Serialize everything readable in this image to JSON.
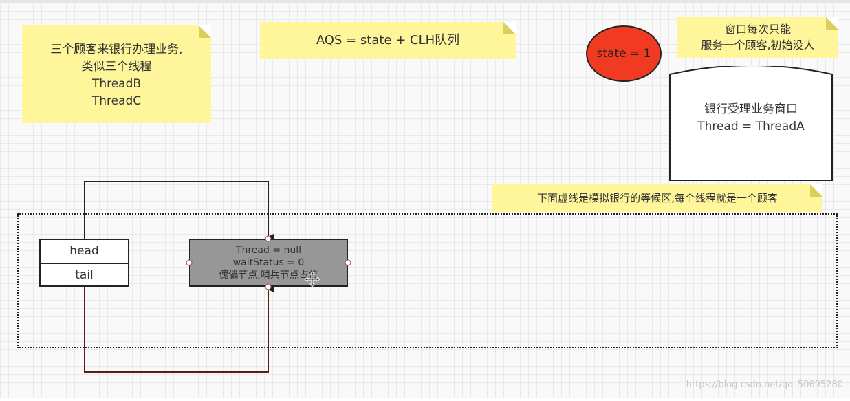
{
  "notes": {
    "customers": {
      "line1": "三个顾客来银行办理业务,",
      "line2": "类似三个线程",
      "line3": "ThreadB",
      "line4": "ThreadC"
    },
    "aqs": "AQS = state + CLH队列",
    "window": {
      "line1": "窗口每次只能",
      "line2": "服务一个顾客,初始没人"
    },
    "queue": "下面虚线是模拟银行的等候区,每个线程就是一个顾客"
  },
  "state": "state = 1",
  "bank_window": {
    "title": "银行受理业务窗口",
    "thread_prefix": "Thread = ",
    "thread_value": "ThreadA"
  },
  "head_tail": {
    "head": "head",
    "tail": "tail"
  },
  "dummy_node": {
    "line1": "Thread = null",
    "line2": "waitStatus = 0",
    "line3": "傀儡节点,哨兵节点占位"
  },
  "watermark": "https://blog.csdn.net/qq_50695280",
  "colors": {
    "note": "#fff59a",
    "state_circle": "#f03a22",
    "dummy_node": "#979797"
  }
}
